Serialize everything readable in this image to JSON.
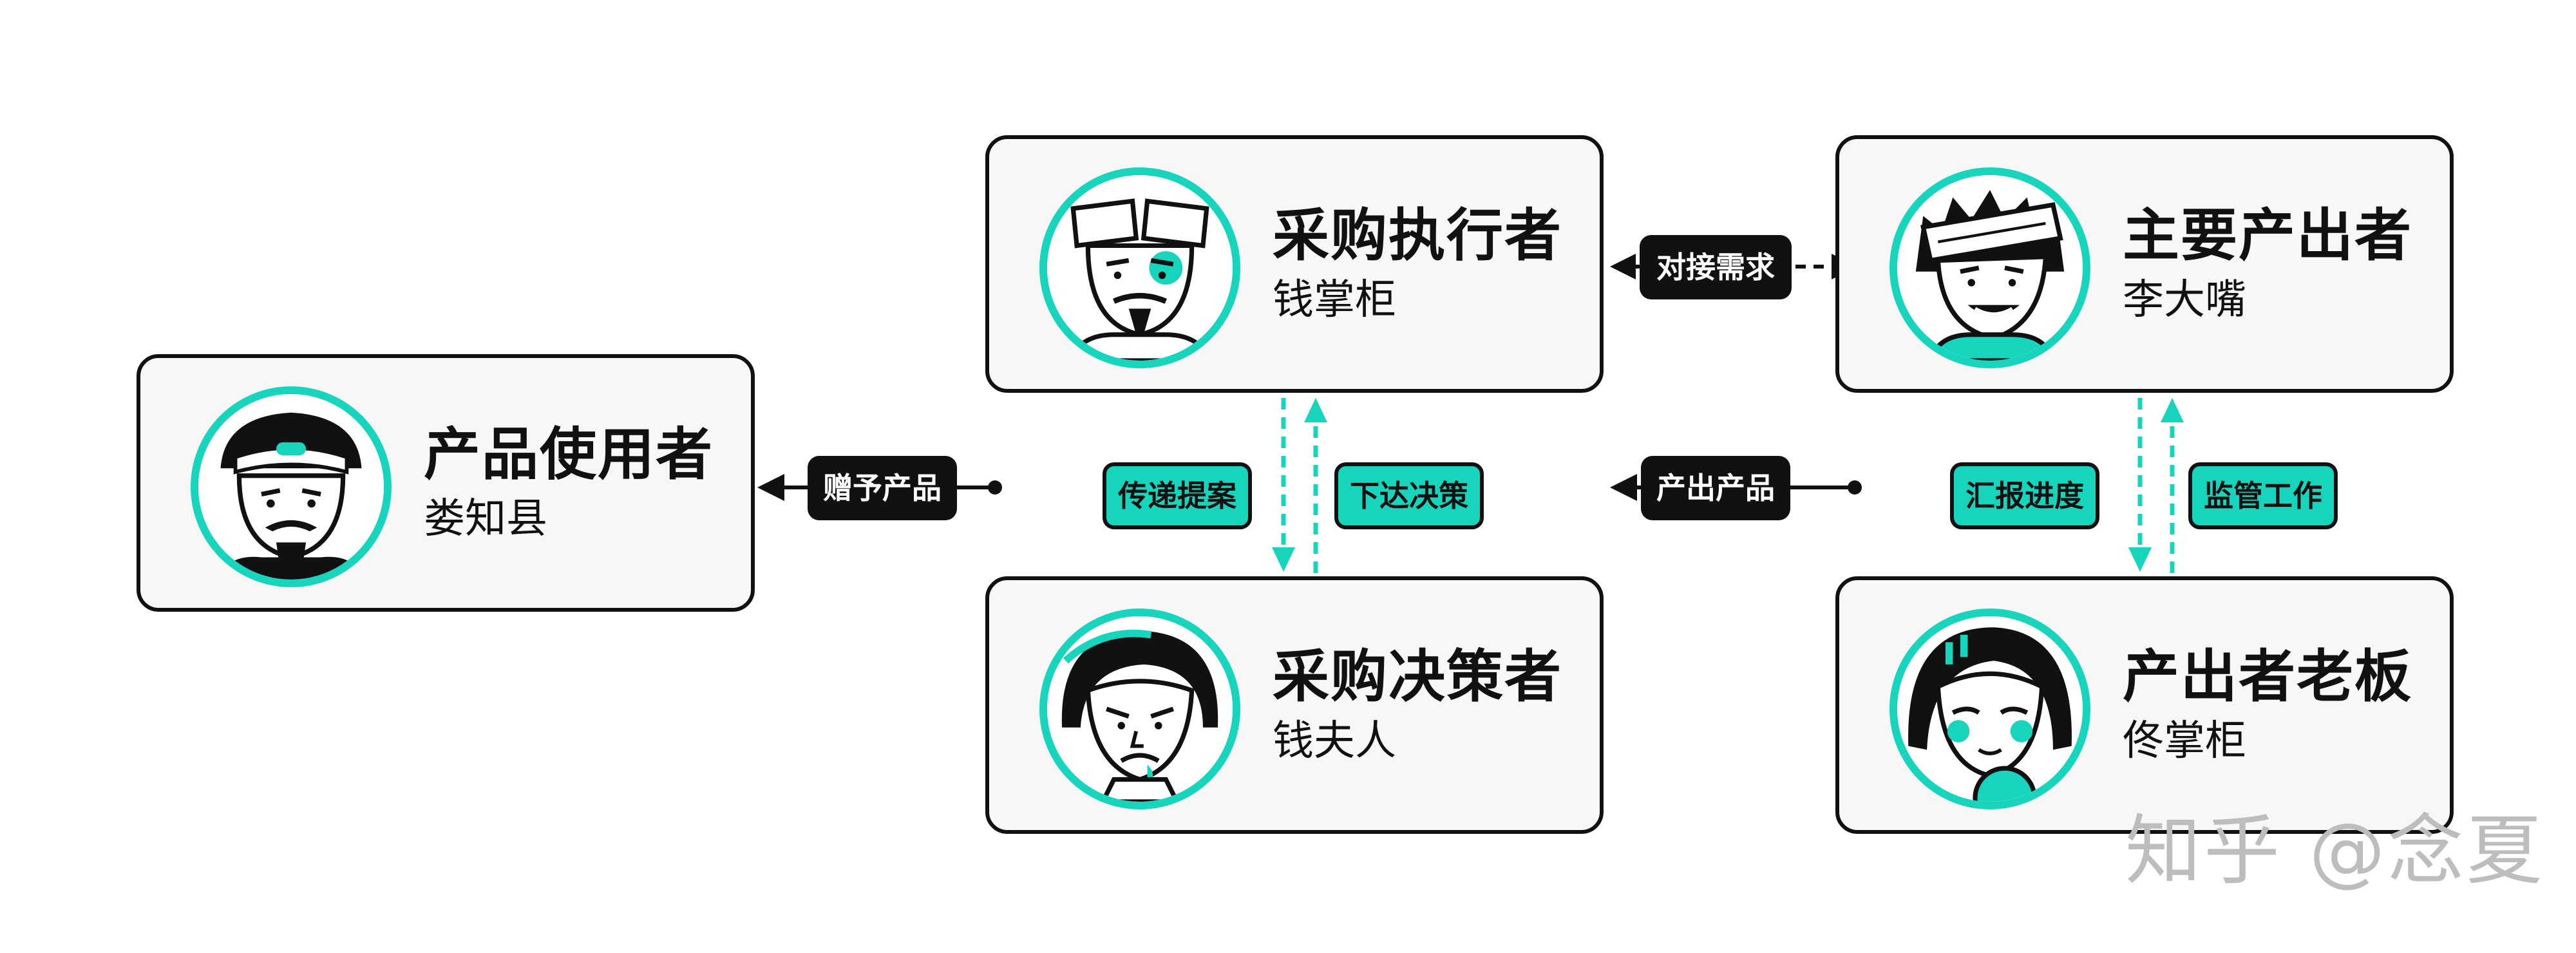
{
  "colors": {
    "accent": "#17d5bd",
    "ink": "#111111",
    "card_background": "#f7f7f7",
    "watermark": "#bdbdbd"
  },
  "roles": {
    "user": {
      "title": "产品使用者",
      "name": "娄知县"
    },
    "executor": {
      "title": "采购执行者",
      "name": "钱掌柜"
    },
    "decision_maker": {
      "title": "采购决策者",
      "name": "钱夫人"
    },
    "producer": {
      "title": "主要产出者",
      "name": "李大嘴"
    },
    "producer_boss": {
      "title": "产出者老板",
      "name": "佟掌柜"
    }
  },
  "relations": {
    "gift_product": "赠予产品",
    "pass_proposal": "传递提案",
    "issue_decision": "下达决策",
    "match_needs": "对接需求",
    "output_product": "产出产品",
    "report_progress": "汇报进度",
    "supervise_work": "监管工作"
  },
  "watermark": "知乎 @念夏"
}
